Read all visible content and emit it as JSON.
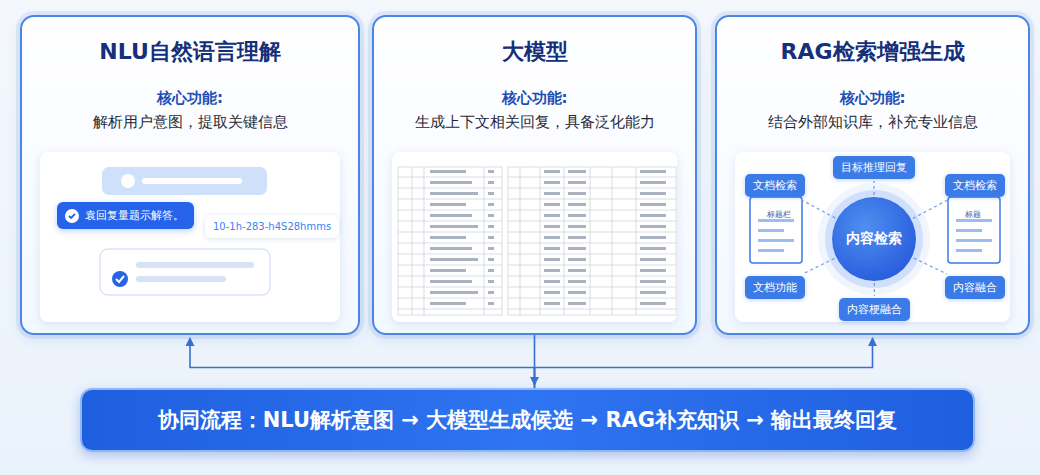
{
  "diagram": {
    "nodes": [
      {
        "text": [
          "NLU自然语言理解",
          "核心功能:",
          "解析用户意图，提取关键信息"
        ]
      },
      {
        "text": [
          "袁回复量题示解答。"
        ],
        "in": 0
      },
      {
        "text": [
          "10-1h-283-h4S28hmms"
        ],
        "in": 0
      },
      {
        "text": [
          "大模型",
          "核心功能:",
          "生成上下文相关回复，具备泛化能力"
        ]
      },
      {
        "text": [
          "RAG检索增强生成",
          "核心功能:",
          "结合外部知识库，补充专业信息"
        ]
      },
      {
        "text": [
          "目标推理回复"
        ],
        "in": 4
      },
      {
        "text": [
          "文档检索"
        ],
        "in": 4
      },
      {
        "text": [
          "文档检索"
        ],
        "in": 4
      },
      {
        "text": [
          "内容检索"
        ],
        "in": 4
      },
      {
        "text": [
          "文档功能"
        ],
        "in": 4
      },
      {
        "text": [
          "内容梗融合"
        ],
        "in": 4
      },
      {
        "text": [
          "内容融合"
        ],
        "in": 4
      },
      {
        "text": [
          "协同流程：NLU解析意图 → 大模型生成候选 → RAG补充知识 → 输出最终回复"
        ]
      }
    ],
    "edges": [
      {
        "from": 8,
        "to": 5,
        "arrow": "none"
      },
      {
        "from": 8,
        "to": 6,
        "arrow": "none"
      },
      {
        "from": 8,
        "to": 7,
        "arrow": "none"
      },
      {
        "from": 8,
        "to": 9,
        "arrow": "none"
      },
      {
        "from": 8,
        "to": 10,
        "arrow": "none"
      },
      {
        "from": 8,
        "to": 11,
        "arrow": "none"
      },
      {
        "from": 12,
        "to": 0,
        "arrow": "to"
      },
      {
        "from": 12,
        "to": 4,
        "arrow": "to"
      },
      {
        "from": 3,
        "to": 12,
        "arrow": "to"
      }
    ],
    "labels": [
      "标题栏",
      "标题"
    ]
  }
}
